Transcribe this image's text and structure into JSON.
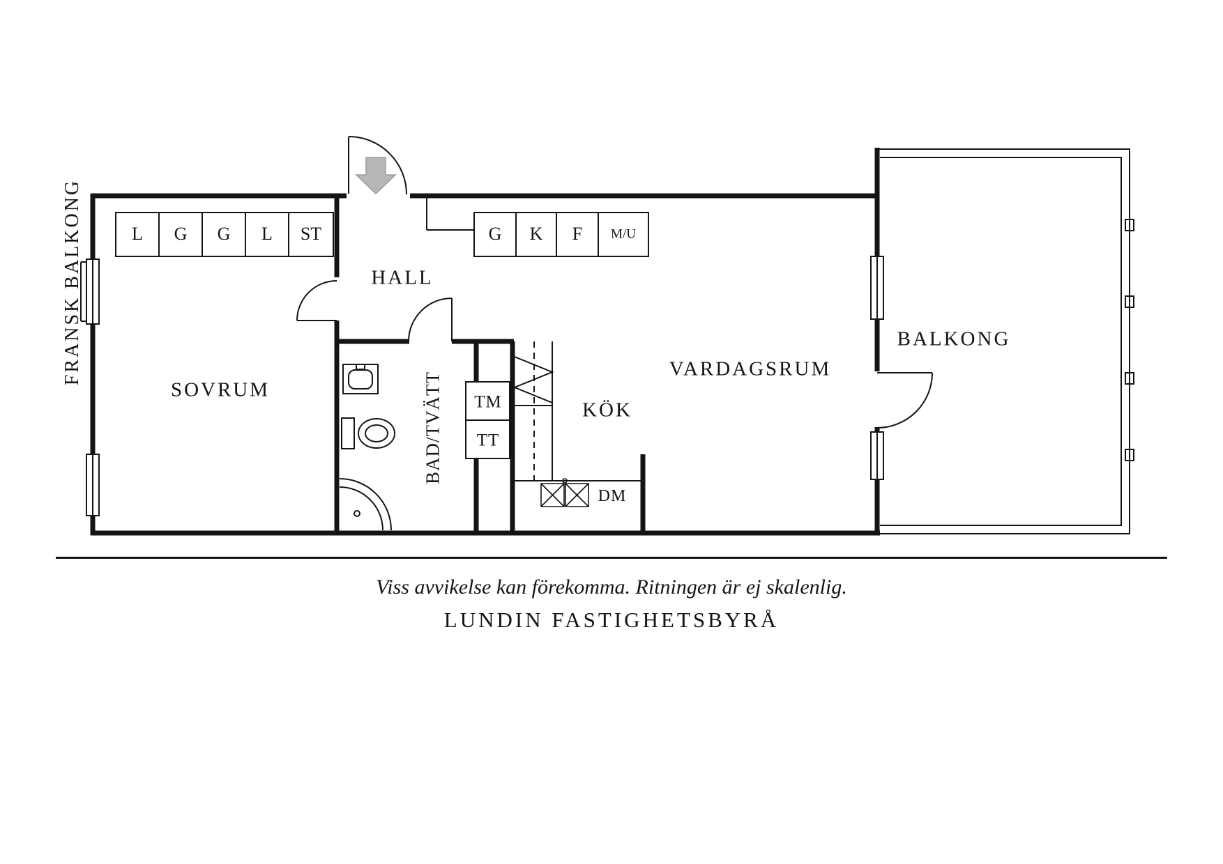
{
  "plan": {
    "labels": {
      "fransk_balkong": "FRANSK BALKONG",
      "sovrum": "SOVRUM",
      "hall": "HALL",
      "bad_tvatt": "BAD/TVÄTT",
      "kok": "KÖK",
      "vardagsrum": "VARDAGSRUM",
      "balkong": "BALKONG"
    },
    "closets_left": [
      "L",
      "G",
      "G",
      "L",
      "ST"
    ],
    "closets_right": [
      "G",
      "K",
      "F",
      "M/U"
    ],
    "appliances": {
      "tm": "TM",
      "tt": "TT",
      "dm": "DM"
    },
    "colors": {
      "wall": "#141414",
      "entry_arrow": "#b7b7b7"
    }
  },
  "footer": {
    "disclaimer": "Viss avvikelse kan förekomma. Ritningen är ej skalenlig.",
    "brand": "LUNDIN FASTIGHETSBYRÅ"
  }
}
